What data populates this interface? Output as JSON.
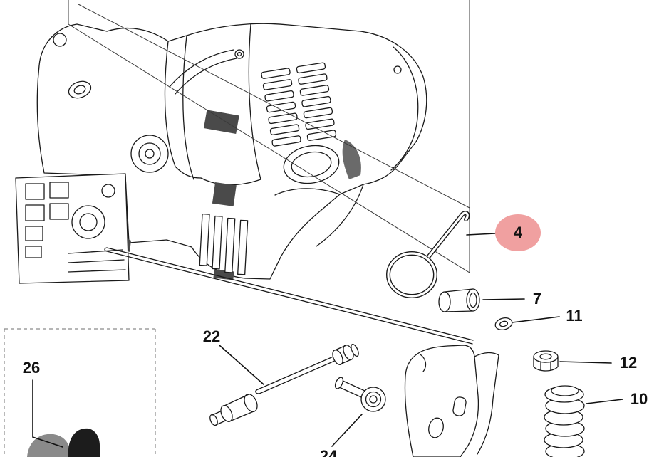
{
  "diagram": {
    "kind": "exploded-parts-diagram",
    "subject": "chainsaw crankcase assembly with torsion spring, bushing, washer, nut, coil spring, bolts and guard plate",
    "colors": {
      "highlight": "#f0a0a0",
      "line": "#1a1a1a",
      "background": "#ffffff"
    },
    "callouts": {
      "c4": {
        "label": "4",
        "highlighted": true
      },
      "c7": {
        "label": "7",
        "highlighted": false
      },
      "c11": {
        "label": "11",
        "highlighted": false
      },
      "c12": {
        "label": "12",
        "highlighted": false
      },
      "c10": {
        "label": "10",
        "highlighted": false
      },
      "c22": {
        "label": "22",
        "highlighted": false
      },
      "c26": {
        "label": "26",
        "highlighted": false
      },
      "c24": {
        "label": "24",
        "highlighted": false
      }
    }
  }
}
